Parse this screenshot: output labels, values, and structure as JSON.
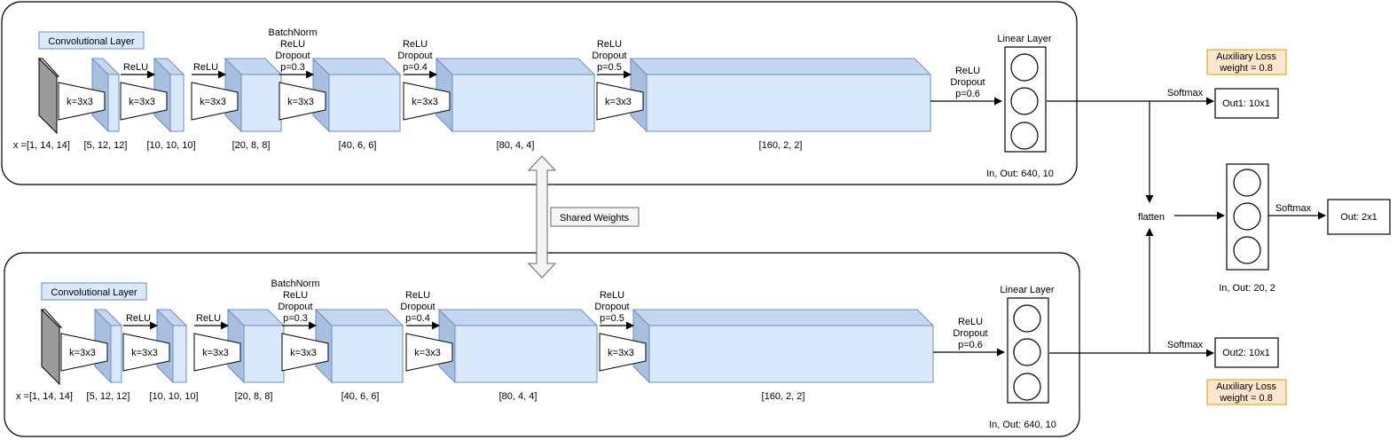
{
  "conv_layer_label": "Convolutional Layer",
  "kernel_label": "k=3x3",
  "input_shape": "x =[1, 14, 14]",
  "shapes": [
    "[5, 12, 12]",
    "[10, 10, 10]",
    "[20, 8, 8]",
    "[40, 6, 6]",
    "[80, 4, 4]",
    "[160, 2, 2]"
  ],
  "arrow_labels": {
    "a1": [
      "ReLU"
    ],
    "a2": [
      "ReLU"
    ],
    "a3": [
      "BatchNorm",
      "ReLU",
      "Dropout",
      "p=0.3"
    ],
    "a4": [
      "ReLU",
      "Dropout",
      "p=0.4"
    ],
    "a5": [
      "ReLU",
      "Dropout",
      "p=0.5"
    ],
    "a6": [
      "ReLU",
      "Dropout",
      "p=0.6"
    ]
  },
  "linear_layer_label": "Linear Layer",
  "linear_io": "In, Out: 640, 10",
  "shared_weights_label": "Shared Weights",
  "softmax_label": "Softmax",
  "out1_label": "Out1: 10x1",
  "out2_label": "Out2: 10x1",
  "aux_loss": [
    "Auxiliary Loss",
    "weight = 0.8"
  ],
  "flatten_label": "flatten",
  "final_linear_io": "In, Out: 20, 2",
  "final_out_label": "Out: 2x1",
  "colors": {
    "layer_fill": "#dae8fc",
    "layer_stroke": "#6c8ebf",
    "aux_fill": "#ffe6cc",
    "aux_stroke": "#d79b00",
    "input_fill": "#e6e6e6"
  }
}
